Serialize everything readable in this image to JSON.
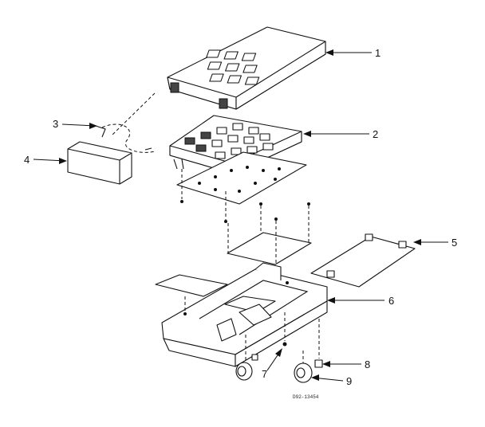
{
  "callouts": [
    {
      "id": "1",
      "label": "1"
    },
    {
      "id": "2",
      "label": "2"
    },
    {
      "id": "3",
      "label": "3"
    },
    {
      "id": "4",
      "label": "4"
    },
    {
      "id": "5",
      "label": "5"
    },
    {
      "id": "6",
      "label": "6"
    },
    {
      "id": "7",
      "label": "7"
    },
    {
      "id": "8",
      "label": "8"
    },
    {
      "id": "9",
      "label": "9"
    }
  ],
  "drawing_code": "D92-13454"
}
